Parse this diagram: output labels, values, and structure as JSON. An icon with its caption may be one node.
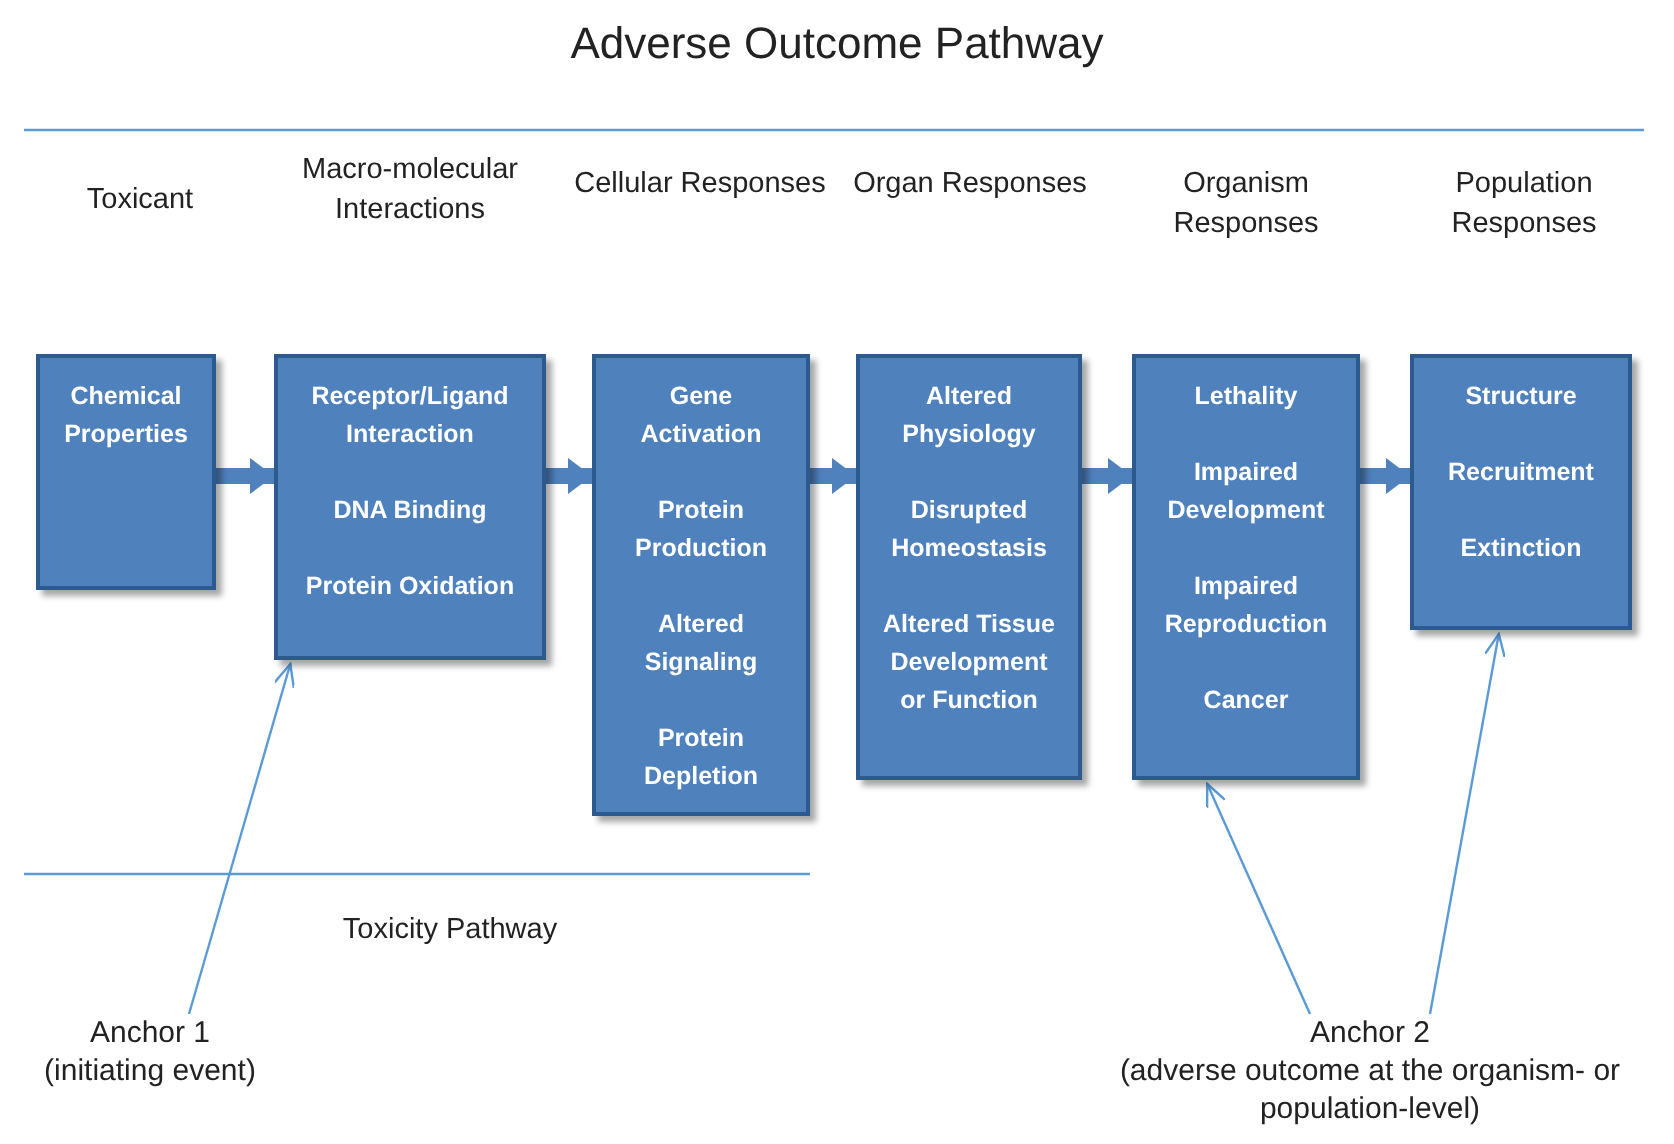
{
  "diagram": {
    "title": "Adverse Outcome Pathway",
    "nodes": [
      {
        "text": [
          "Chemical Properties"
        ]
      },
      {
        "text": [
          "Receptor/Ligand Interaction",
          "DNA Binding",
          "Protein Oxidation"
        ]
      },
      {
        "text": [
          "Gene Activation",
          "Protein Production",
          "Altered Signaling",
          "Protein Depletion"
        ]
      },
      {
        "text": [
          "Altered Physiology",
          "Disrupted Homeostasis",
          "Altered Tissue Development or Function"
        ]
      },
      {
        "text": [
          "Lethality",
          "Impaired Development",
          "Impaired Reproduction",
          "Cancer"
        ]
      },
      {
        "text": [
          "Structure",
          "Recruitment",
          "Extinction"
        ]
      },
      {
        "text": [
          "Anchor 1",
          "(initiating event)"
        ]
      },
      {
        "text": [
          "Anchor 2",
          "(adverse outcome at the organism- or population-level)"
        ]
      }
    ],
    "edges": [
      {
        "from": 0,
        "to": 1,
        "arrow": "to"
      },
      {
        "from": 1,
        "to": 2,
        "arrow": "to"
      },
      {
        "from": 2,
        "to": 3,
        "arrow": "to"
      },
      {
        "from": 3,
        "to": 4,
        "arrow": "to"
      },
      {
        "from": 4,
        "to": 5,
        "arrow": "to"
      },
      {
        "from": 6,
        "to": 1,
        "arrow": "to",
        "color": "#5b9bd5"
      },
      {
        "from": 7,
        "to": 4,
        "arrow": "to",
        "color": "#5b9bd5"
      },
      {
        "from": 7,
        "to": 5,
        "arrow": "to",
        "color": "#5b9bd5"
      }
    ],
    "labels": [
      "Toxicant",
      "Macro-molecular Interactions",
      "Cellular Responses",
      "Organ Responses",
      "Organism Responses",
      "Population Responses",
      "Toxicity Pathway"
    ]
  }
}
